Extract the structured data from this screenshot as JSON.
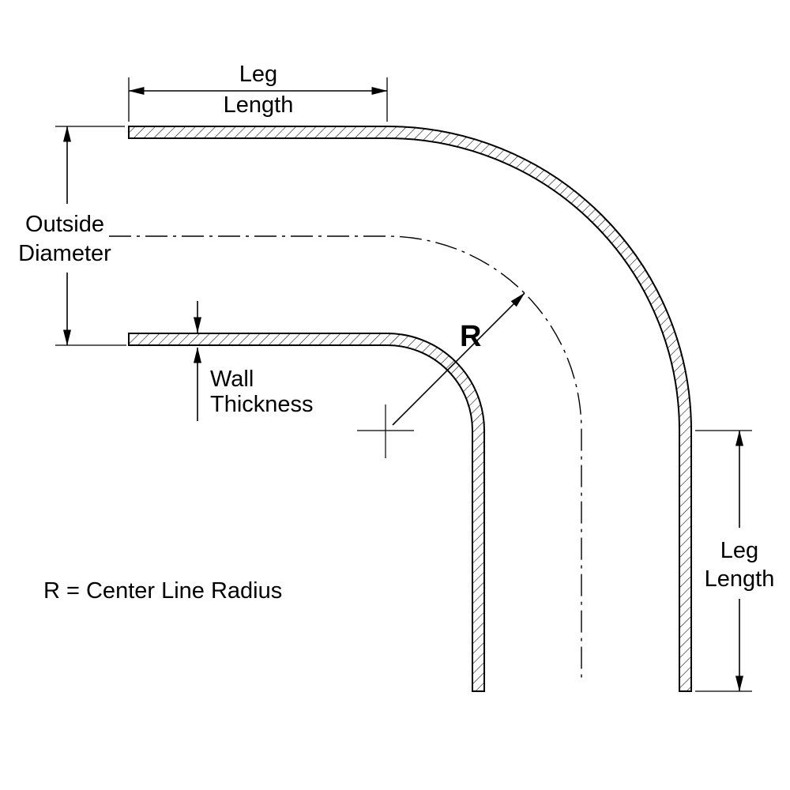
{
  "diagram": {
    "labels": {
      "leg_top_1": "Leg",
      "leg_top_2": "Length",
      "od_1": "Outside",
      "od_2": "Diameter",
      "wall_1": "Wall",
      "wall_2": "Thickness",
      "r": "R",
      "r_legend": "R = Center Line Radius",
      "leg_right_1": "Leg",
      "leg_right_2": "Length"
    },
    "colors": {
      "line": "#000000",
      "od_text": "#ff0000"
    }
  }
}
